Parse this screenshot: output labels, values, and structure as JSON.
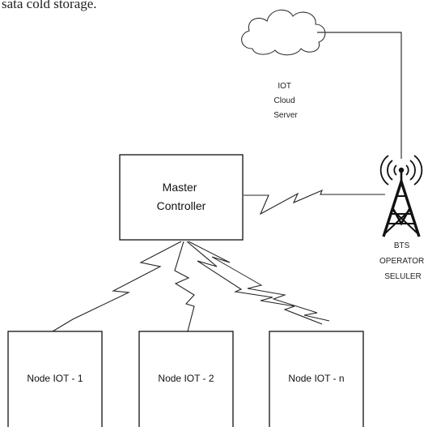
{
  "header_fragment": "sata cold storage.",
  "cloud": {
    "lines": [
      "IOT",
      "Cloud",
      "Server"
    ]
  },
  "master": {
    "lines": [
      "Master",
      "Controller"
    ]
  },
  "bts": {
    "lines": [
      "BTS",
      "OPERATOR",
      "SELULER"
    ]
  },
  "nodes": [
    {
      "label": "Node IOT - 1"
    },
    {
      "label": "Node IOT - 2"
    },
    {
      "label": "Node IOT - n"
    }
  ],
  "colors": {
    "stroke": "#1a1a1a",
    "text": "#222222"
  }
}
